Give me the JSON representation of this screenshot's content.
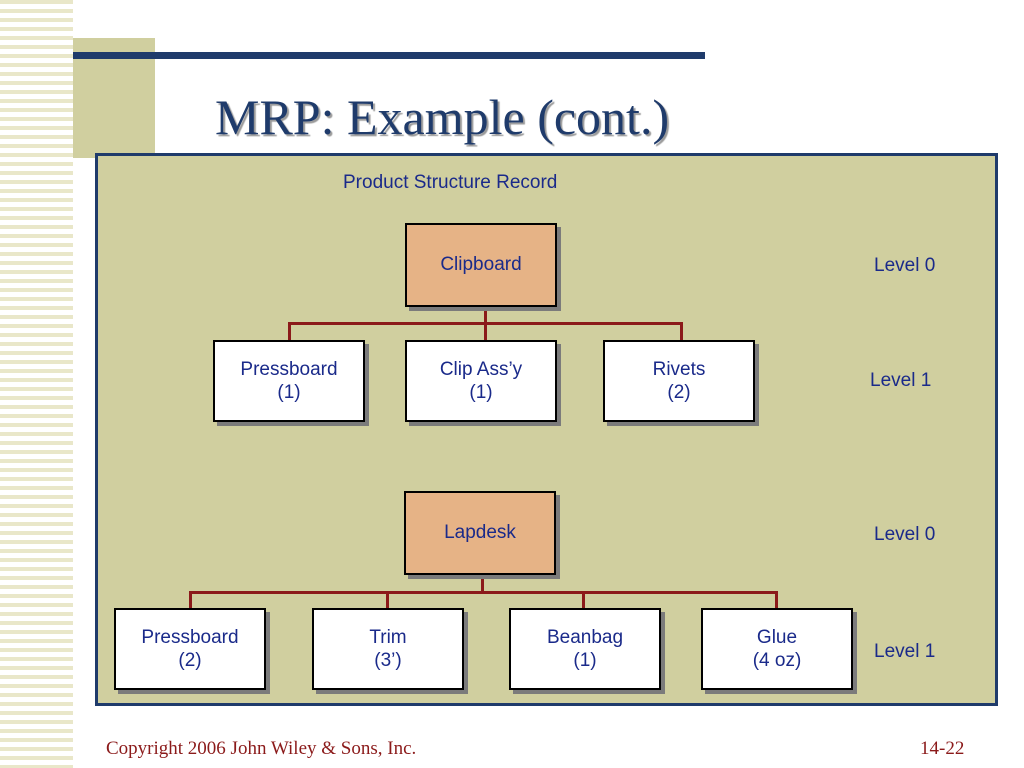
{
  "slide": {
    "title": "MRP: Example (cont.)",
    "panel_heading": "Product Structure Record"
  },
  "tree1": {
    "root": {
      "name": "Clipboard"
    },
    "children": [
      {
        "name": "Pressboard",
        "qty": "(1)"
      },
      {
        "name": "Clip Ass’y",
        "qty": "(1)"
      },
      {
        "name": "Rivets",
        "qty": "(2)"
      }
    ],
    "level_root": "Level 0",
    "level_children": "Level 1"
  },
  "tree2": {
    "root": {
      "name": "Lapdesk"
    },
    "children": [
      {
        "name": "Pressboard",
        "qty": "(2)"
      },
      {
        "name": "Trim",
        "qty": "(3’)"
      },
      {
        "name": "Beanbag",
        "qty": "(1)"
      },
      {
        "name": "Glue",
        "qty": "(4 oz)"
      }
    ],
    "level_root": "Level 0",
    "level_children": "Level 1"
  },
  "footer": {
    "copyright": "Copyright 2006 John Wiley & Sons, Inc.",
    "page_number": "14-22"
  },
  "colors": {
    "title": "#1f3b6b",
    "panel_background": "#d0cf9f",
    "root_node_fill": "#e6b386",
    "connector": "#8b1a1a",
    "label_text": "#1a2a8a",
    "footer_text": "#8b1a1a"
  }
}
